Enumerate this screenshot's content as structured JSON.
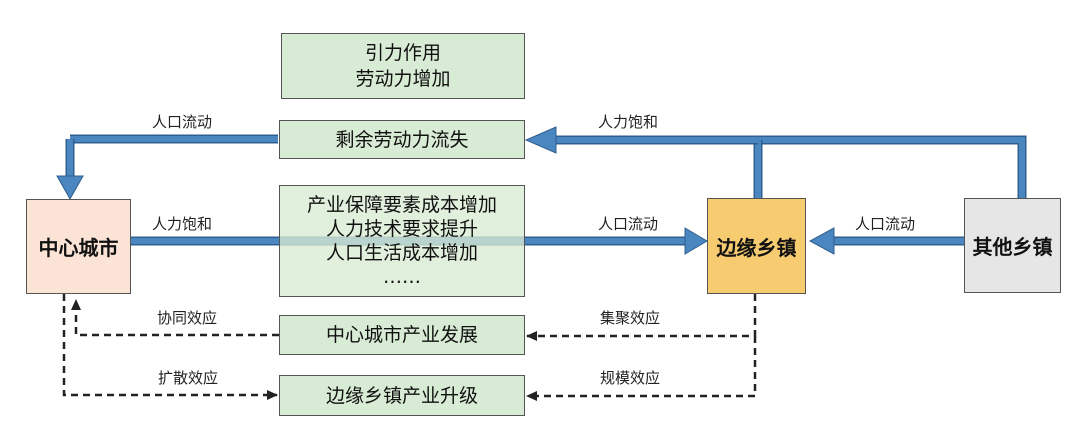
{
  "nodes": {
    "central_city": "中心城市",
    "edge_town": "边缘乡镇",
    "other_towns": "其他乡镇"
  },
  "boxes": {
    "attraction": [
      "引力作用",
      "劳动力增加"
    ],
    "labor_loss": "剩余劳动力流失",
    "cost_factors": [
      "产业保障要素成本增加",
      "人力技术要求提升",
      "人口生活成本增加",
      "……"
    ],
    "city_industry": "中心城市产业发展",
    "town_industry": "边缘乡镇产业升级"
  },
  "labels": {
    "population_flow_top": "人口流动",
    "labor_saturation_top": "人力饱和",
    "labor_saturation_mid": "人力饱和",
    "population_flow_mid": "人口流动",
    "population_flow_right": "人口流动",
    "synergy_effect": "协同效应",
    "agglomeration_effect": "集聚效应",
    "diffusion_effect": "扩散效应",
    "scale_effect": "规模效应"
  },
  "colors": {
    "arrow_blue": "#4a86c0",
    "arrow_blue_edge": "#2f5f8f",
    "box_green": "#d8ebd4",
    "box_pink": "#fbe3d6",
    "box_gold": "#f7cc71",
    "box_grey": "#e6e6e6",
    "dashed": "#222222"
  }
}
